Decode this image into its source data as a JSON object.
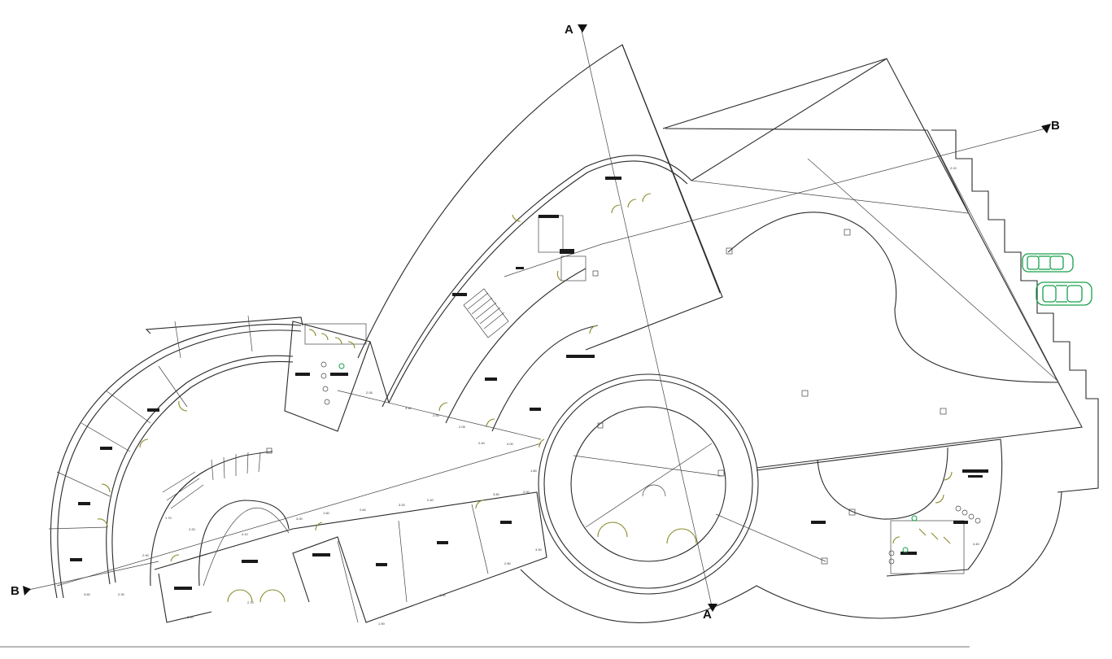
{
  "drawing": {
    "type": "architectural floor plan",
    "section_markers": [
      "A",
      "A",
      "B",
      "B"
    ],
    "dimension_labels": [
      "2.05",
      "3.40",
      "2.55",
      "2.05",
      "2.40",
      "4.00",
      "1.80",
      "2.00",
      "3.80",
      "2.40",
      "3.20",
      "2.60",
      "1.60",
      "3.00",
      "4.10",
      "2.20",
      "1.70",
      "2.90",
      "3.60",
      "2.30",
      "3.10",
      "2.70",
      "1.90",
      "1.50",
      "2.80",
      "3.30",
      "4.40",
      "2.10"
    ],
    "colors": {
      "lines": "#2a2a2a",
      "doors": "#8a8a2a",
      "vehicles": "#17a04b",
      "background": "#ffffff"
    },
    "icons": [
      "car-icon",
      "car-icon",
      "section-arrow-icon"
    ]
  }
}
